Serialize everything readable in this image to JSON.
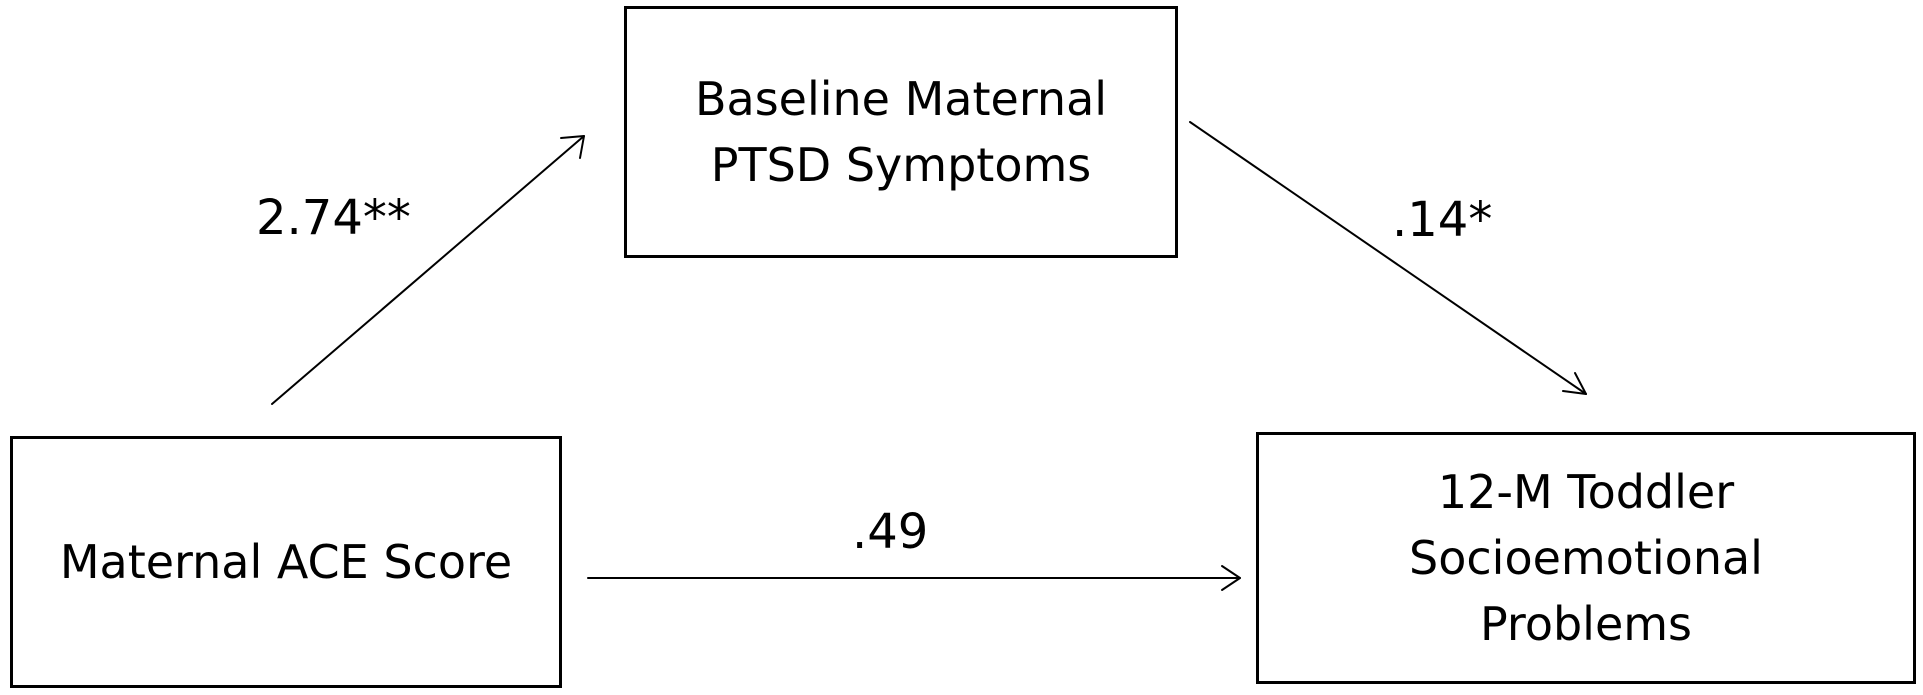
{
  "diagram": {
    "nodes": {
      "mediator": {
        "lines": [
          "Baseline Maternal",
          "PTSD Symptoms"
        ]
      },
      "predictor": {
        "lines": [
          "Maternal ACE Score"
        ]
      },
      "outcome": {
        "lines": [
          "12-M Toddler",
          "Socioemotional",
          "Problems"
        ]
      }
    },
    "paths": {
      "a": {
        "from": "predictor",
        "to": "mediator",
        "label": "2.74**"
      },
      "b": {
        "from": "mediator",
        "to": "outcome",
        "label": ".14*"
      },
      "c": {
        "from": "predictor",
        "to": "outcome",
        "label": ".49"
      }
    },
    "colors": {
      "stroke": "#000000",
      "background": "#ffffff"
    }
  }
}
